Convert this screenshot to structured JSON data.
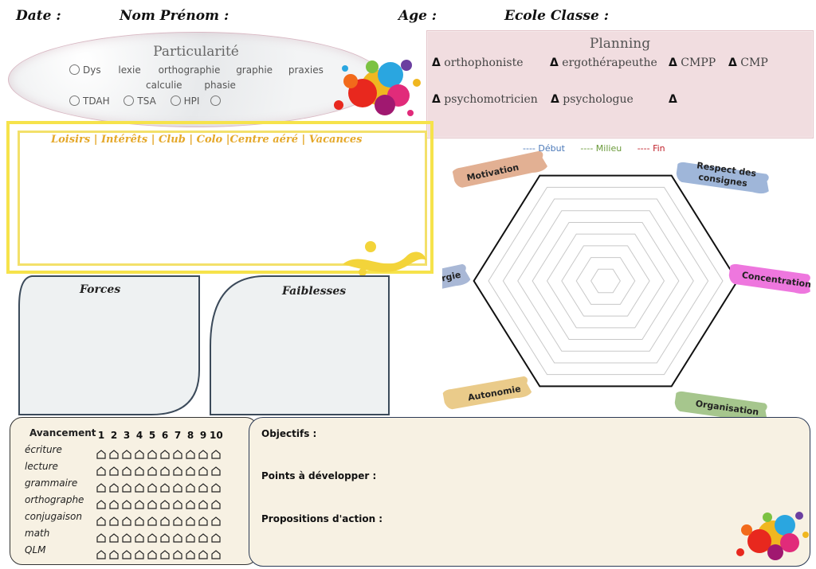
{
  "header": {
    "date_label": "Date :",
    "nom_label": "Nom Prénom :",
    "age_label": "Age :",
    "ecole_label": "Ecole Classe :"
  },
  "particularite": {
    "title": "Particularité",
    "line1": [
      "Dys",
      "lexie",
      "orthographie",
      "graphie",
      "praxies"
    ],
    "line2": [
      "calculie",
      "phasie"
    ],
    "line3": [
      "TDAH",
      "TSA",
      "HPI",
      ""
    ]
  },
  "planning": {
    "title": "Planning",
    "items_row1": [
      "orthophoniste",
      "ergothérapeuthe",
      "CMPP",
      "CMP"
    ],
    "items_row2": [
      "psychomotricien",
      "psychologue",
      ""
    ],
    "delta_symbol": "Δ"
  },
  "loisirs": {
    "title": "Loisirs | Intérêts | Club | Colo |Centre aéré | Vacances"
  },
  "forces": {
    "title": "Forces"
  },
  "faiblesses": {
    "title": "Faiblesses"
  },
  "radar": {
    "legend": [
      {
        "label": "Début",
        "color": "#4a78b8"
      },
      {
        "label": "Milieu",
        "color": "#6a9a3a"
      },
      {
        "label": "Fin",
        "color": "#c0202a"
      }
    ],
    "legend_dash": "----",
    "axes": [
      {
        "label": "Motivation",
        "color": "#e2b093"
      },
      {
        "label": "Respect des consignes",
        "color": "#9fb6d9"
      },
      {
        "label": "Concentration",
        "color": "#ee77de"
      },
      {
        "label": "Organisation",
        "color": "#a6c68d"
      },
      {
        "label": "Autonomie",
        "color": "#eacb8a"
      },
      {
        "label": "Energie",
        "color": "#a9b8d6"
      }
    ],
    "rings": 8
  },
  "avancement": {
    "title": "Avancement",
    "numbers": [
      "1",
      "2",
      "3",
      "4",
      "5",
      "6",
      "7",
      "8",
      "9",
      "10"
    ],
    "rows": [
      "écriture",
      "lecture",
      "grammaire",
      "orthographe",
      "conjugaison",
      "math",
      "QLM"
    ]
  },
  "objectifs": {
    "objectifs_label": "Objectifs :",
    "points_label": "Points à développer :",
    "propositions_label": "Propositions d'action :"
  }
}
